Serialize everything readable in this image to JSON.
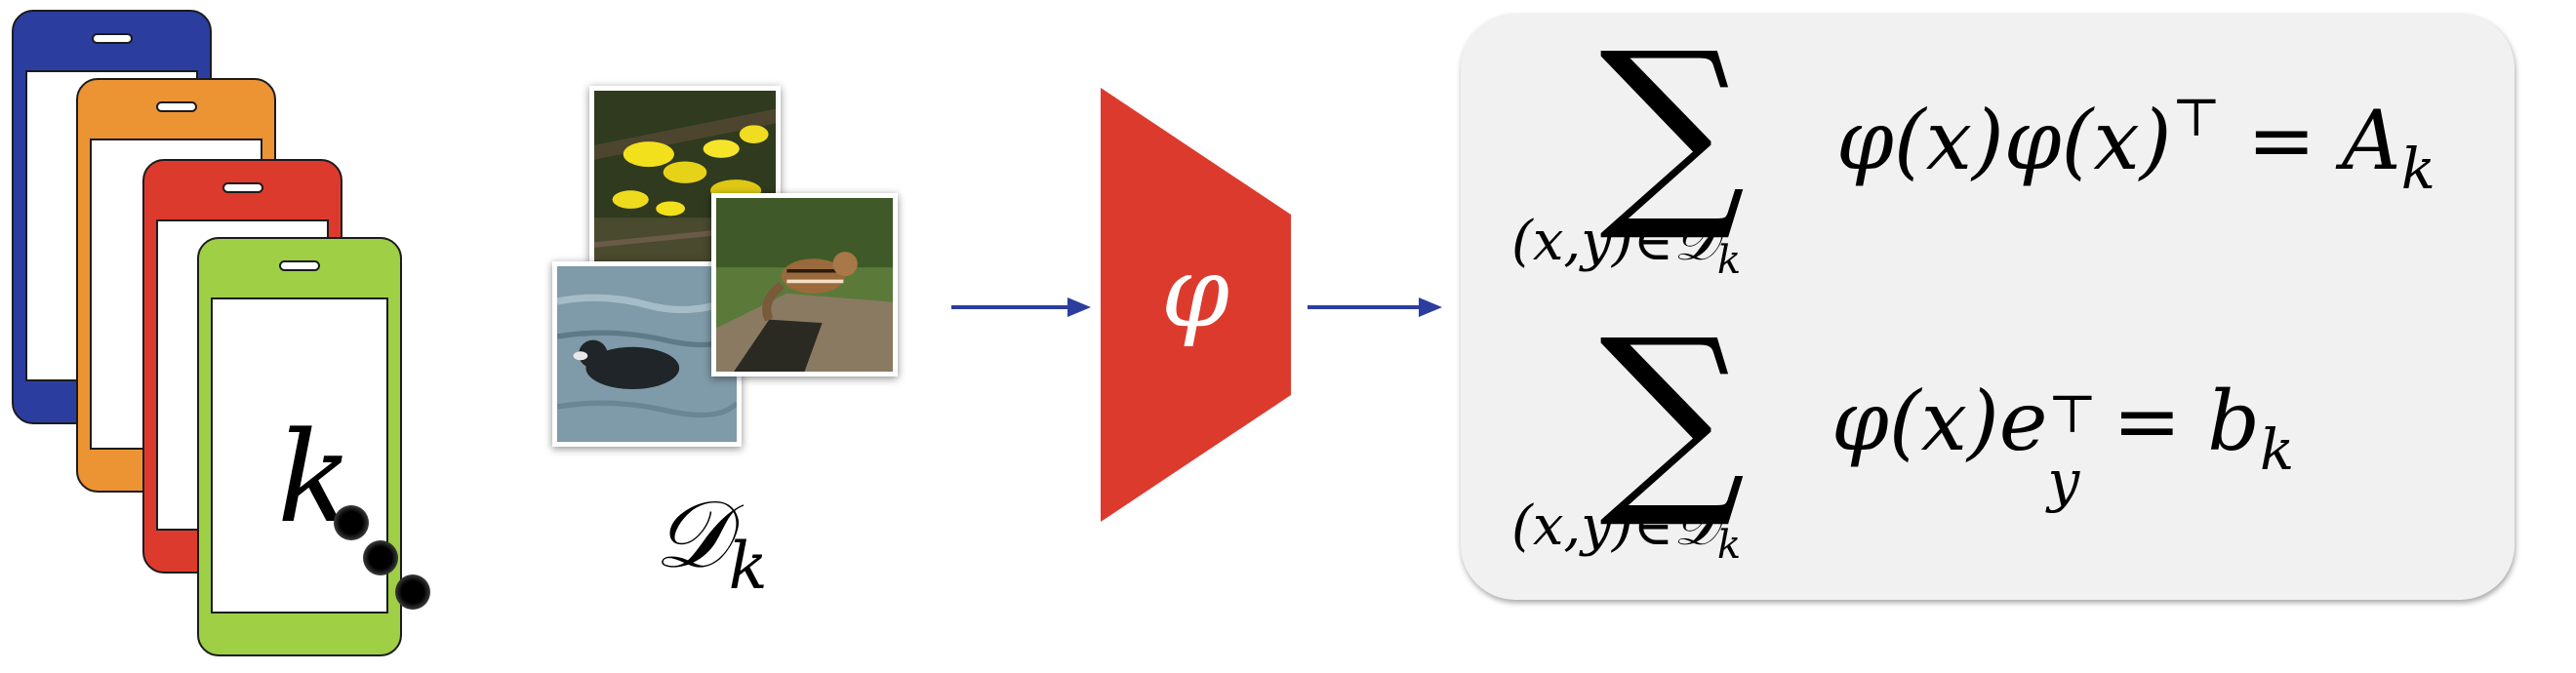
{
  "client": {
    "label": "k"
  },
  "dataset": {
    "symbol": "𝒟",
    "subscript": "k"
  },
  "encoder": {
    "symbol": "φ",
    "color": "#dd3a2e"
  },
  "phone_colors": [
    "#2b3e9f",
    "#ec9333",
    "#dd3a2e",
    "#9ecf45"
  ],
  "arrow_color": "#2b3e9f",
  "photo_icons": [
    "flowers-photo",
    "chipmunk-photo",
    "coot-photo"
  ],
  "equations": {
    "first": {
      "sum_symbol": "∑",
      "sum_index": "(x,y)∈𝒟",
      "sum_index_sub": "k",
      "body": "φ(x)φ(x)",
      "body_sup": "⊤",
      "rhs": "= A",
      "rhs_sub": "k"
    },
    "second": {
      "sum_symbol": "∑",
      "sum_index": "(x,y)∈𝒟",
      "sum_index_sub": "k",
      "body": "φ(x)e",
      "body_sup": "⊤",
      "body_sub": "y",
      "rhs": "= b",
      "rhs_sub": "k"
    }
  }
}
